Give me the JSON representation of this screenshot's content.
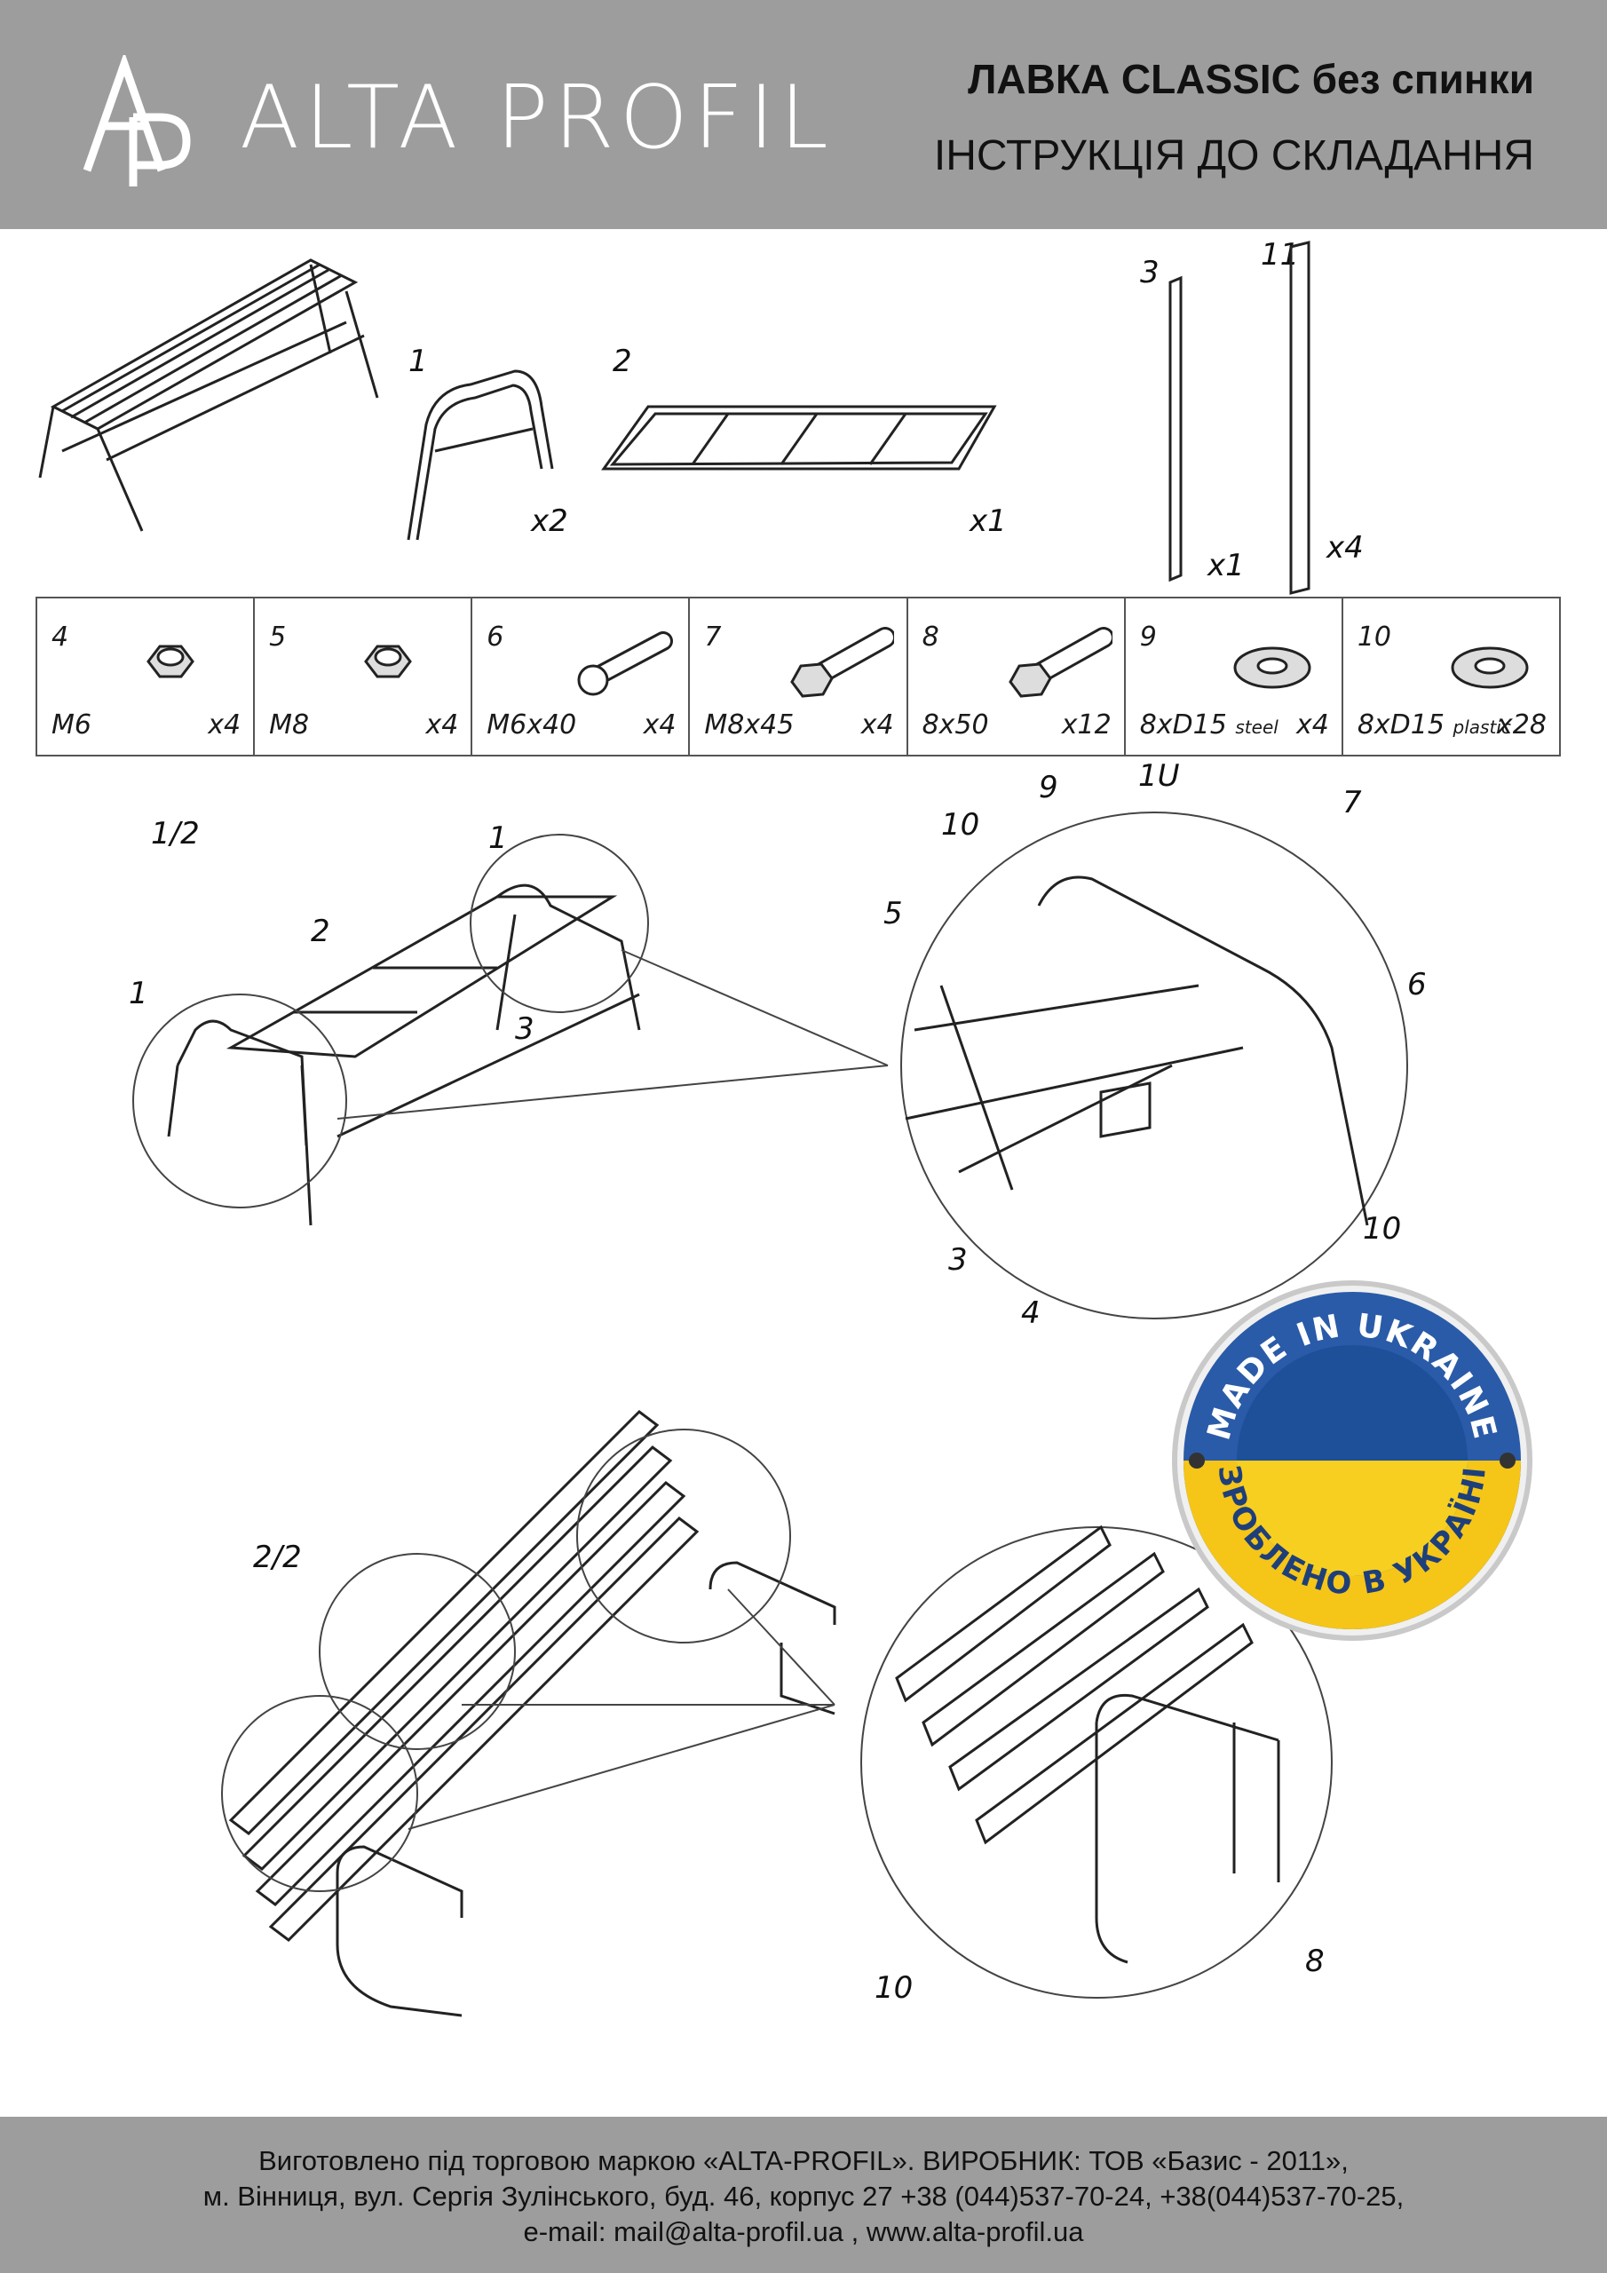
{
  "header": {
    "brand": "ALTA PROFIL",
    "title": "ЛАВКА CLASSIC без спинки",
    "subtitle": "ІНСТРУКЦІЯ ДО СКЛАДАННЯ"
  },
  "parts": [
    {
      "num": "1",
      "qty": "x2"
    },
    {
      "num": "2",
      "qty": "x1"
    },
    {
      "num": "3",
      "qty": "x1"
    },
    {
      "num": "11",
      "qty": "x4"
    }
  ],
  "hardware": [
    {
      "num": "4",
      "size": "M6",
      "size_note": "",
      "qty": "x4",
      "icon": "nut-icon"
    },
    {
      "num": "5",
      "size": "M8",
      "size_note": "",
      "qty": "x4",
      "icon": "nut-icon"
    },
    {
      "num": "6",
      "size": "M6x40",
      "size_note": "",
      "qty": "x4",
      "icon": "round-bolt-icon"
    },
    {
      "num": "7",
      "size": "M8x45",
      "size_note": "",
      "qty": "x4",
      "icon": "hex-bolt-icon"
    },
    {
      "num": "8",
      "size": "8x50",
      "size_note": "",
      "qty": "x12",
      "icon": "hex-bolt-icon"
    },
    {
      "num": "9",
      "size": "8xD15",
      "size_note": "steel",
      "qty": "x4",
      "icon": "washer-icon"
    },
    {
      "num": "10",
      "size": "8xD15",
      "size_note": "plastic",
      "qty": "x28",
      "icon": "washer-icon"
    }
  ],
  "steps": {
    "step1": "1/2",
    "step2": "2/2"
  },
  "callouts": {
    "c1": "1",
    "c2": "2",
    "c3": "3",
    "c4": "4",
    "c5": "5",
    "c6": "6",
    "c7": "7",
    "c8": "8",
    "c9": "9",
    "c10": "10",
    "c10b": "10",
    "c10c": "10",
    "c1u": "1U"
  },
  "badge": {
    "top_text": "MADE IN UKRAINE",
    "bottom_text": "ЗРОБЛЕНО В УКРАЇНІ",
    "color_top": "#2a5ba8",
    "color_bottom": "#f5c518"
  },
  "footer": {
    "line1": "Виготовлено під торговою маркою «ALTA-PROFIL». ВИРОБНИК: ТОВ «Базис - 2011»,",
    "line2": "м. Вінниця, вул. Сергія Зулінського, буд. 46, корпус 27 +38 (044)537-70-24, +38(044)537-70-25,",
    "line3": "e-mail: mail@alta-profil.ua , www.alta-profil.ua"
  }
}
